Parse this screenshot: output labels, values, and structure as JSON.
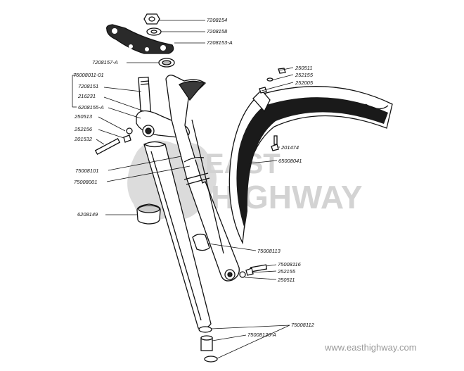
{
  "labels": {
    "l7208154": "7208154",
    "l7208158": "7208158",
    "l7208153a": "7208153-A",
    "l7208157a": "7208157-A",
    "l75008011_01": "75008011-01",
    "l7208151": "7208151",
    "l216231": "216231",
    "l6208155a": "6208155-A",
    "l250513": "250513",
    "l252156": "252156",
    "l201532": "201532",
    "l75008101": "75008101",
    "l75008001": "75008001",
    "l6208149": "6208149",
    "l250511_top": "250511",
    "l252155_top": "252155",
    "l252005": "252005",
    "l201474": "201474",
    "l65008041": "65008041",
    "l75008113": "75008113",
    "l75008116": "75008116",
    "l252155_bot": "252155",
    "l250511_bot": "250511",
    "l75008112": "75008112",
    "l75008120a": "75008120-A"
  },
  "watermark": {
    "word1": "EAST",
    "word2": "HIGHWAY",
    "url": "www.easthighway.com"
  }
}
